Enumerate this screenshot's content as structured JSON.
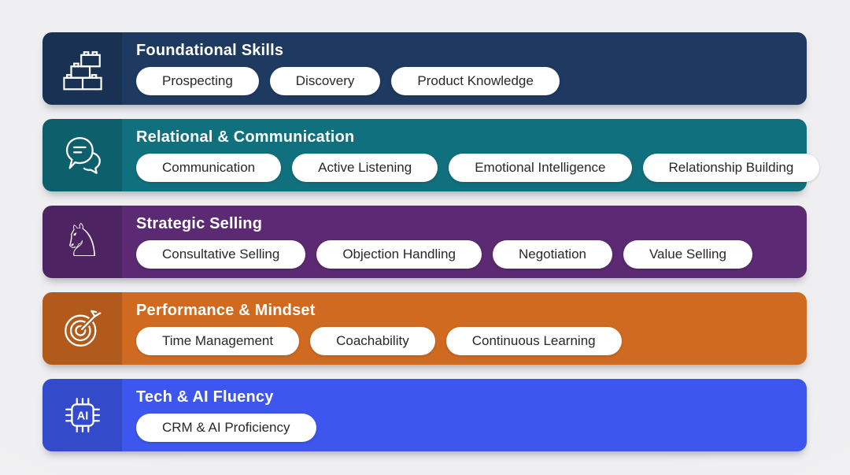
{
  "palette": {
    "background": "#f0f0f2",
    "tag_background": "#ffffff",
    "tag_text": "#26282c",
    "title_text": "#ffffff"
  },
  "rows": [
    {
      "title": "Foundational Skills",
      "color": "#1e3a61",
      "icon": "building-blocks-icon",
      "tags": [
        "Prospecting",
        "Discovery",
        "Product Knowledge"
      ]
    },
    {
      "title": "Relational & Communication",
      "color": "#10707e",
      "icon": "chat-bubbles-icon",
      "tags": [
        "Communication",
        "Active Listening",
        "Emotional Intelligence",
        "Relationship Building"
      ]
    },
    {
      "title": "Strategic Selling",
      "color": "#5b2a72",
      "icon": "chess-knight-icon",
      "icon_glyph": "♘",
      "tags": [
        "Consultative Selling",
        "Objection Handling",
        "Negotiation",
        "Value Selling"
      ]
    },
    {
      "title": "Performance & Mindset",
      "color": "#d06a20",
      "icon": "target-arrow-icon",
      "tags": [
        "Time Management",
        "Coachability",
        "Continuous Learning"
      ]
    },
    {
      "title": "Tech & AI Fluency",
      "color": "#3d57ee",
      "icon": "ai-chip-icon",
      "icon_label": "AI",
      "tags": [
        "CRM & AI Proficiency"
      ]
    }
  ]
}
